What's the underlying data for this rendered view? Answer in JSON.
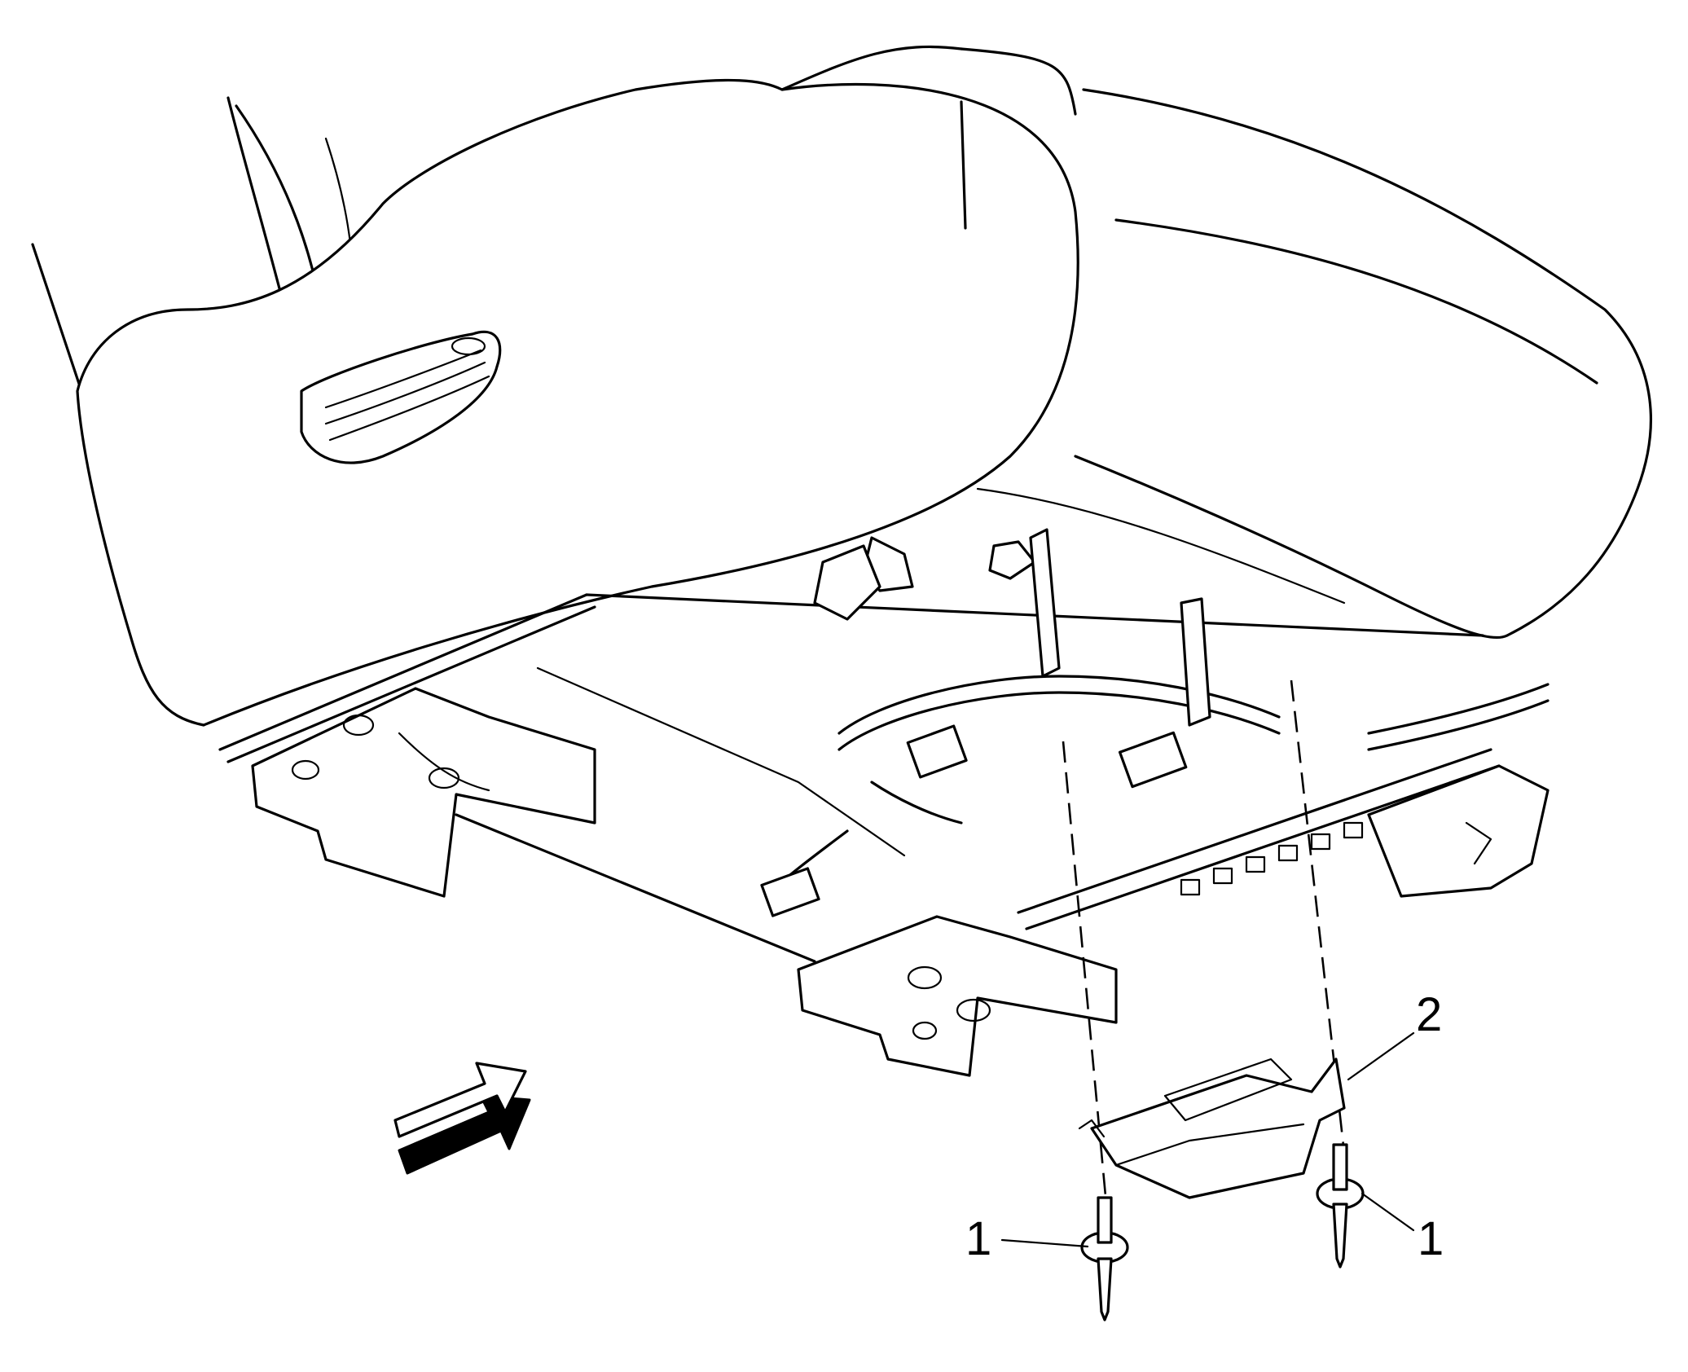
{
  "diagram": {
    "callouts": [
      {
        "id": "fastener-left",
        "label": "1"
      },
      {
        "id": "fastener-right",
        "label": "1"
      },
      {
        "id": "cover",
        "label": "2"
      }
    ],
    "icons": {
      "direction_arrow": "front-direction-arrow-icon"
    }
  }
}
